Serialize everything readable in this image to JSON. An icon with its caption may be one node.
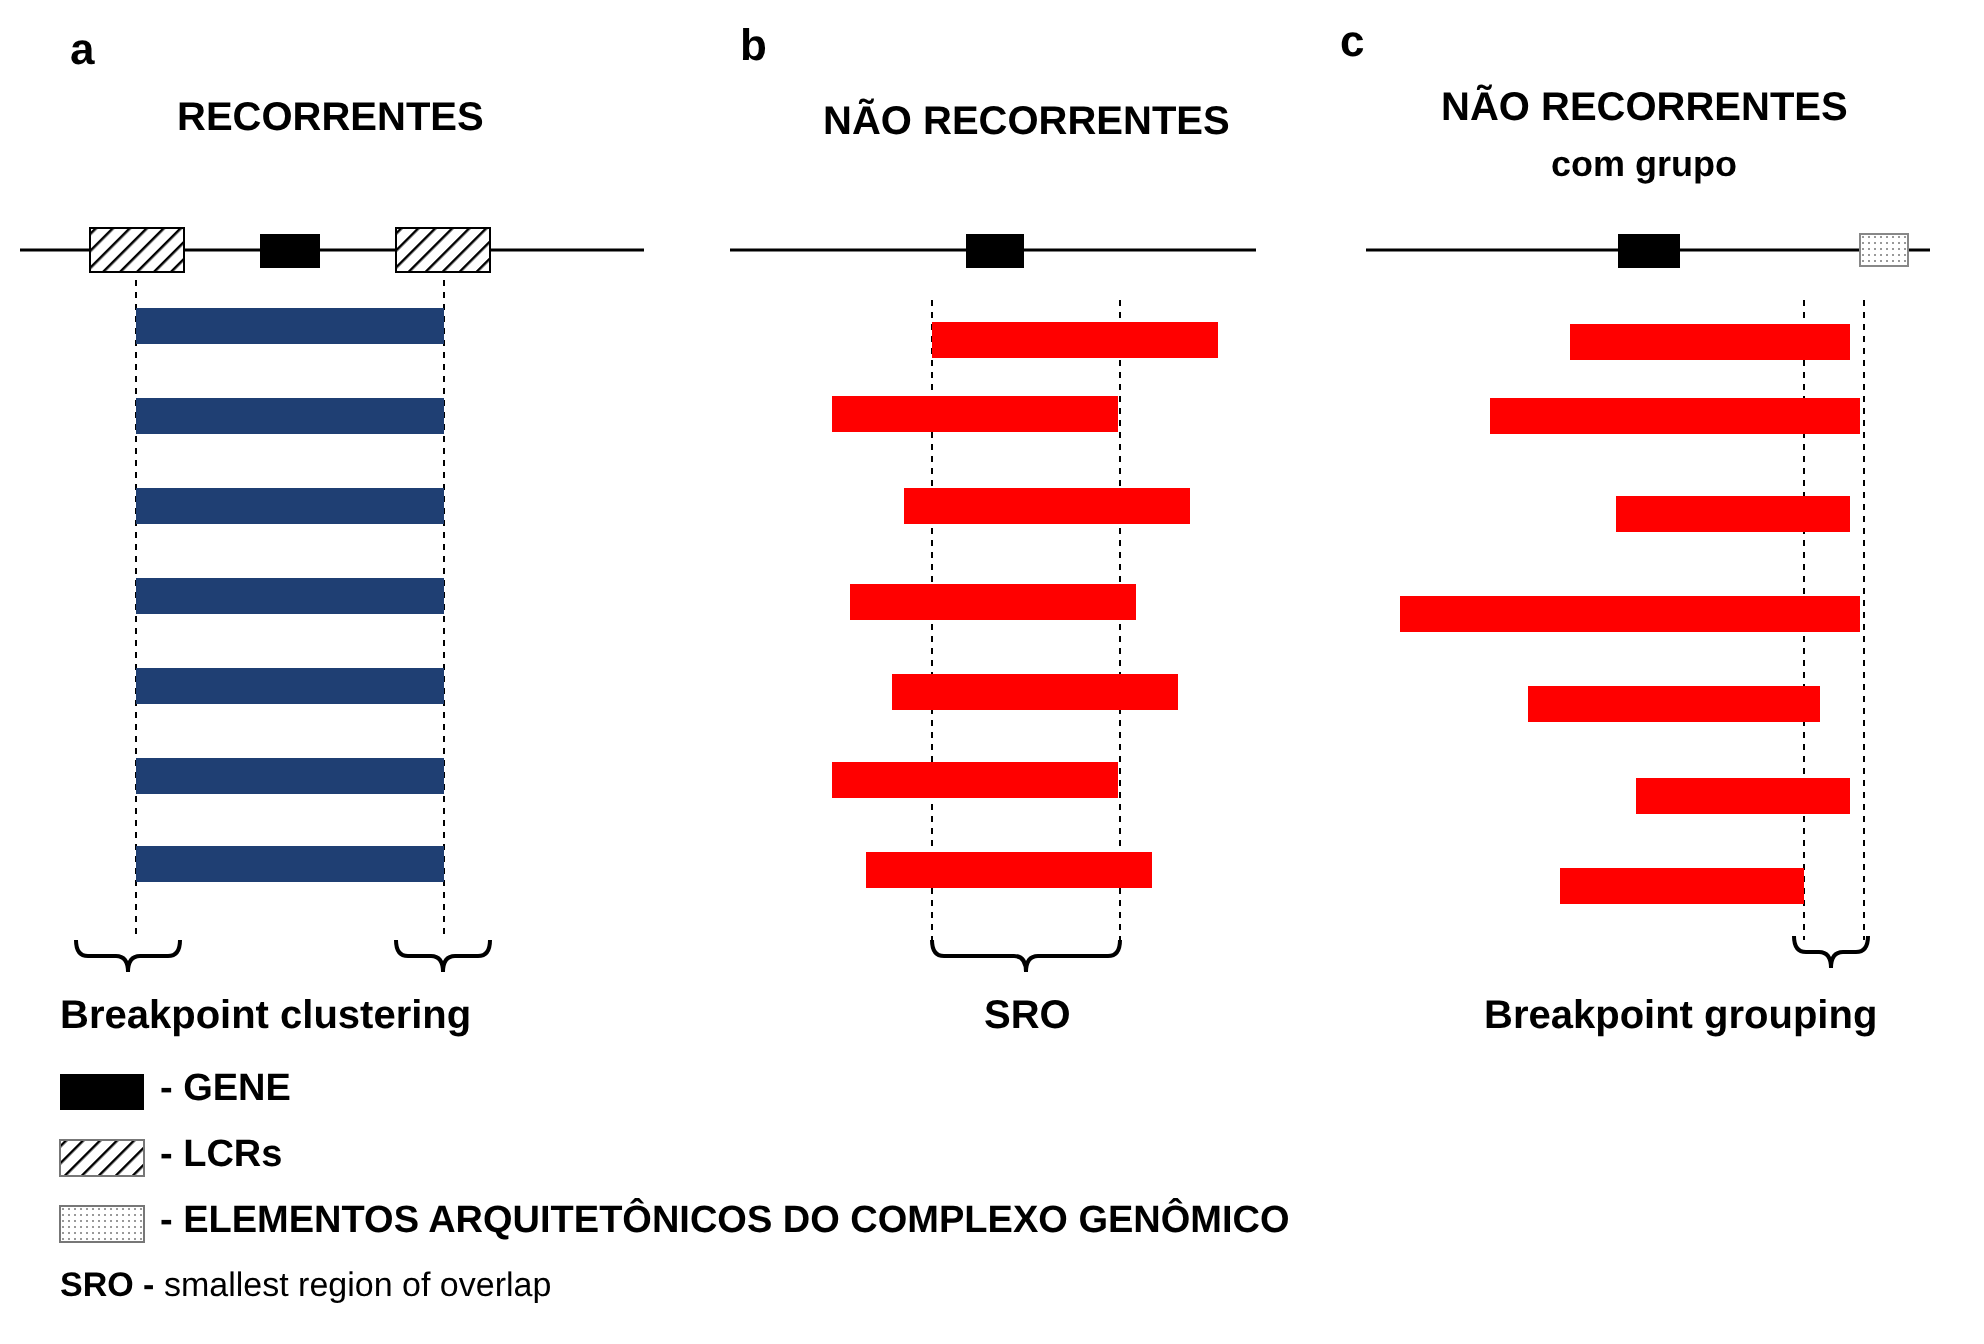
{
  "diagram": {
    "labels": [
      "a",
      "RECORRENTES",
      "b",
      "NÃO RECORRENTES",
      "c",
      "NÃO RECORRENTES",
      "com grupo",
      "Breakpoint clustering",
      "SRO",
      "Breakpoint grouping",
      "**SRO -** smallest region of overlap"
    ],
    "legend": [
      {
        "text": "- GENE",
        "color": "#000000"
      },
      {
        "text": "- LCRs"
      },
      {
        "text": "- ELEMENTOS ARQUITETÔNICOS DO COMPLEXO GENÔMICO"
      }
    ]
  }
}
